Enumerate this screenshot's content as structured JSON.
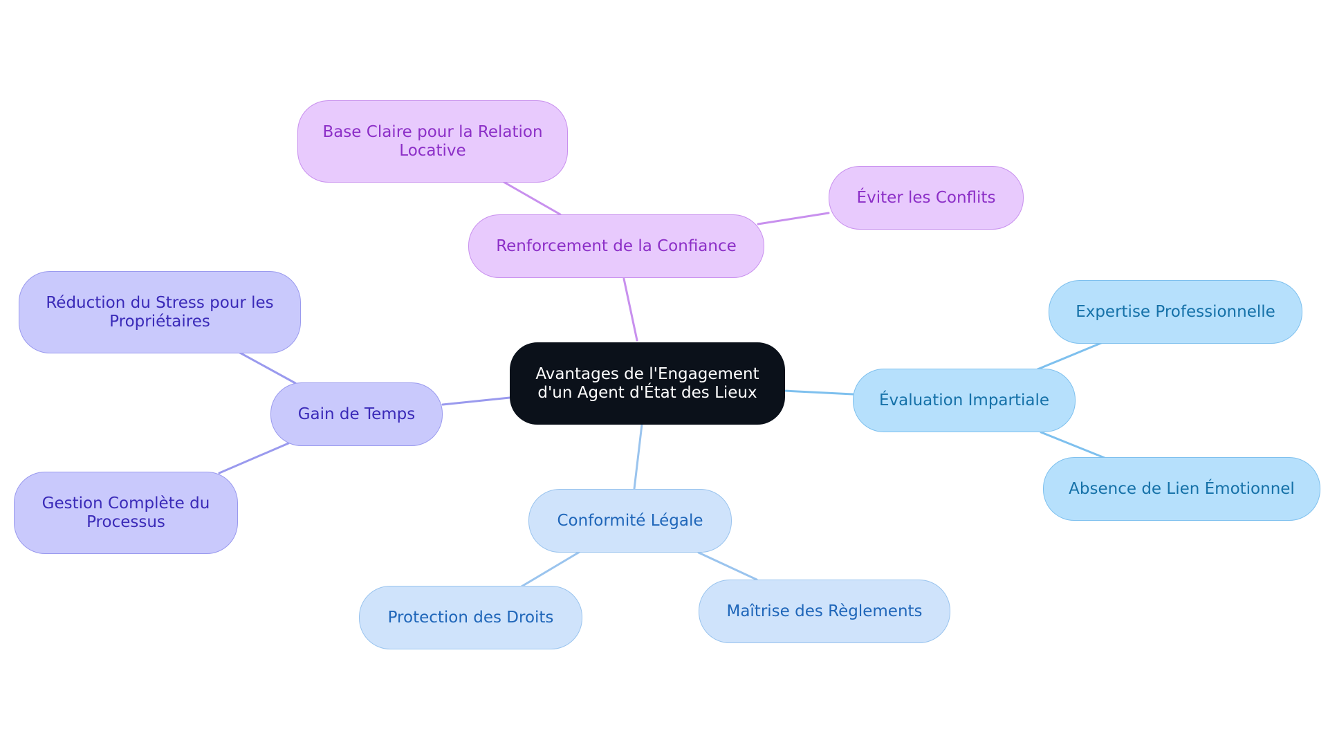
{
  "diagram": {
    "root": {
      "label_line1": "Avantages de l'Engagement",
      "label_line2": "d'un Agent d'État des Lieux"
    },
    "branches": {
      "confiance": {
        "label": "Renforcement de la Confiance",
        "color": "#c890ee",
        "children": {
          "base": {
            "line1": "Base Claire pour la Relation",
            "line2": "Locative"
          },
          "conflits": {
            "label": "Éviter les Conflits"
          }
        }
      },
      "temps": {
        "label": "Gain de Temps",
        "color": "#9a9aee",
        "children": {
          "stress": {
            "line1": "Réduction du Stress pour les",
            "line2": "Propriétaires"
          },
          "gestion": {
            "line1": "Gestion Complète du",
            "line2": "Processus"
          }
        }
      },
      "evaluation": {
        "label": "Évaluation Impartiale",
        "color": "#7ec0ee",
        "children": {
          "expertise": {
            "label": "Expertise Professionnelle"
          },
          "absence": {
            "label": "Absence de Lien Émotionnel"
          }
        }
      },
      "conformite": {
        "label": "Conformité Légale",
        "color": "#9ac4ee",
        "children": {
          "protection": {
            "label": "Protection des Droits"
          },
          "maitrise": {
            "label": "Maîtrise des Règlements"
          }
        }
      }
    }
  }
}
